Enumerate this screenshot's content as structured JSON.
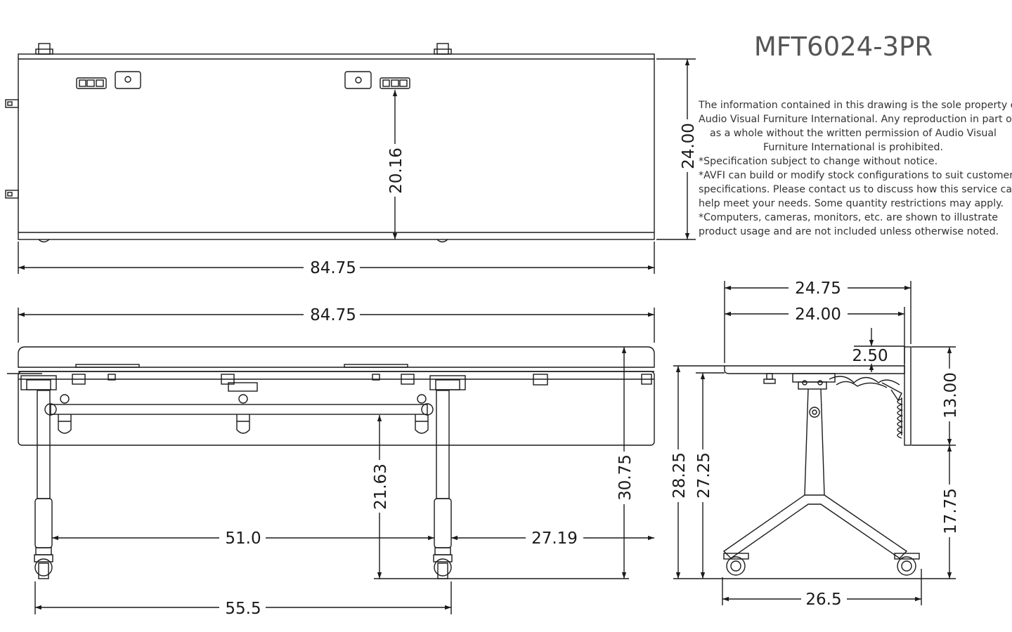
{
  "model": "MFT6024-3PR",
  "notice_lines": [
    {
      "text": "The information contained in this drawing is the sole property of",
      "align": "c"
    },
    {
      "text": "Audio Visual Furniture International. Any reproduction in part or",
      "align": "c"
    },
    {
      "text": "as a whole without the written permission of Audio Visual",
      "align": "c"
    },
    {
      "text": "Furniture International is prohibited.",
      "align": "c"
    },
    {
      "text": "*Specification subject to change without notice.",
      "align": "l"
    },
    {
      "text": "*AVFI can build or modify stock configurations to suit customer",
      "align": "l"
    },
    {
      "text": "specifications. Please contact us to discuss how this service can",
      "align": "l"
    },
    {
      "text": "help meet your needs. Some quantity restrictions may apply.",
      "align": "l"
    },
    {
      "text": "*Computers, cameras, monitors, etc. are shown to illustrate",
      "align": "l"
    },
    {
      "text": "product usage and are not included unless otherwise noted.",
      "align": "l"
    }
  ],
  "dimensions": {
    "top": {
      "width": "84.75",
      "depth": "24.00",
      "grommet_offset": "20.16"
    },
    "front": {
      "width": "84.75",
      "modesty_height": "21.63",
      "leg_span": "51.0",
      "overhang": "27.19",
      "height": "30.75",
      "base_width": "55.5"
    },
    "side": {
      "overall_depth": "24.75",
      "top_depth": "24.00",
      "gap": "2.50",
      "panel_height": "13.00",
      "floor_clearance": "17.75",
      "top_height_a": "28.25",
      "top_height_b": "27.25",
      "base_depth": "26.5"
    }
  },
  "colors": {
    "line": "#1a1a1a",
    "title": "#555555",
    "text": "#333333"
  }
}
